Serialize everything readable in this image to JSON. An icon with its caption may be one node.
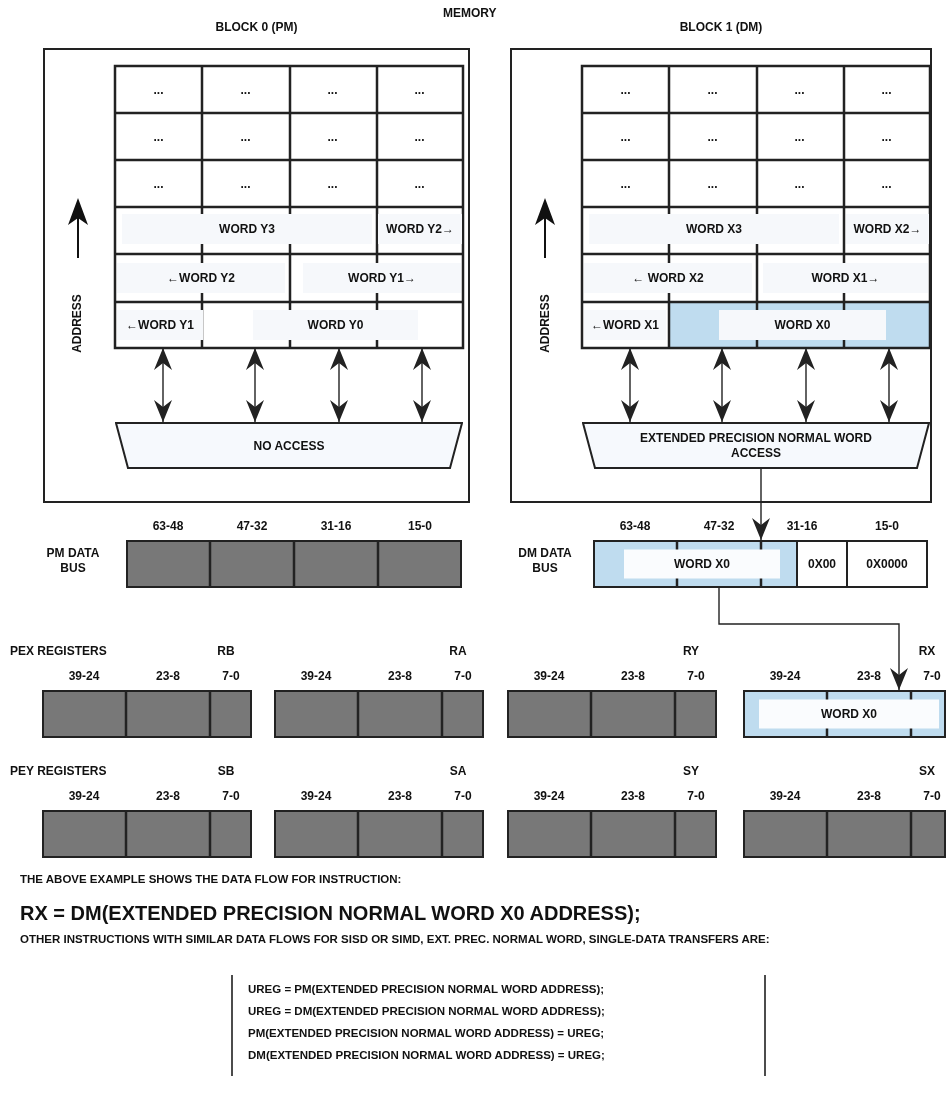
{
  "diagram": {
    "title": "MEMORY",
    "nodes": [
      {
        "text": [
          "BLOCK 0 (PM)"
        ]
      },
      {
        "text": [],
        "shape": "box",
        "in": 0
      },
      {
        "text": [
          "..."
        ],
        "in": 1
      },
      {
        "text": [
          "..."
        ],
        "in": 1
      },
      {
        "text": [
          "..."
        ],
        "in": 1
      },
      {
        "text": [
          "..."
        ],
        "in": 1
      },
      {
        "text": [
          "..."
        ],
        "in": 1
      },
      {
        "text": [
          "..."
        ],
        "in": 1
      },
      {
        "text": [
          "..."
        ],
        "in": 1
      },
      {
        "text": [
          "..."
        ],
        "in": 1
      },
      {
        "text": [
          "..."
        ],
        "in": 1
      },
      {
        "text": [
          "..."
        ],
        "in": 1
      },
      {
        "text": [
          "..."
        ],
        "in": 1
      },
      {
        "text": [
          "..."
        ],
        "in": 1
      },
      {
        "text": [
          "WORD Y3"
        ],
        "in": 1
      },
      {
        "text": [
          "WORD Y2→"
        ],
        "in": 1
      },
      {
        "text": [
          "←WORD Y2"
        ],
        "in": 1
      },
      {
        "text": [
          "WORD Y1→"
        ],
        "in": 1
      },
      {
        "text": [
          "←WORD Y1"
        ],
        "in": 1
      },
      {
        "text": [
          "WORD Y0"
        ],
        "in": 1
      },
      {
        "text": [
          "NO ACCESS"
        ],
        "in": 0
      },
      {
        "text": [
          "BLOCK 1 (DM)"
        ]
      },
      {
        "text": [],
        "shape": "box",
        "in": 21
      },
      {
        "text": [
          "..."
        ],
        "in": 22
      },
      {
        "text": [
          "..."
        ],
        "in": 22
      },
      {
        "text": [
          "..."
        ],
        "in": 22
      },
      {
        "text": [
          "..."
        ],
        "in": 22
      },
      {
        "text": [
          "..."
        ],
        "in": 22
      },
      {
        "text": [
          "..."
        ],
        "in": 22
      },
      {
        "text": [
          "..."
        ],
        "in": 22
      },
      {
        "text": [
          "..."
        ],
        "in": 22
      },
      {
        "text": [
          "..."
        ],
        "in": 22
      },
      {
        "text": [
          "..."
        ],
        "in": 22
      },
      {
        "text": [
          "..."
        ],
        "in": 22
      },
      {
        "text": [
          "..."
        ],
        "in": 22
      },
      {
        "text": [
          "WORD X3"
        ],
        "in": 22
      },
      {
        "text": [
          "WORD X2→"
        ],
        "in": 22
      },
      {
        "text": [
          "← WORD X2"
        ],
        "in": 22
      },
      {
        "text": [
          "WORD X1→"
        ],
        "in": 22
      },
      {
        "text": [
          "←WORD X1"
        ],
        "in": 22
      },
      {
        "text": [
          "WORD X0"
        ],
        "in": 22
      },
      {
        "text": [
          "EXTENDED PRECISION NORMAL WORD ACCESS"
        ],
        "in": 21
      },
      {
        "text": [],
        "shape": "bar"
      },
      {
        "text": [],
        "shape": "bar"
      },
      {
        "text": [
          "WORD X0"
        ],
        "in": 43
      },
      {
        "text": [
          "0X00"
        ],
        "in": 43
      },
      {
        "text": [
          "0X0000"
        ],
        "in": 43
      },
      {
        "text": [],
        "shape": "bar"
      },
      {
        "text": [],
        "shape": "bar"
      },
      {
        "text": [],
        "shape": "bar"
      },
      {
        "text": [
          "WORD X0"
        ]
      },
      {
        "text": [],
        "shape": "bar"
      },
      {
        "text": [],
        "shape": "bar"
      },
      {
        "text": [],
        "shape": "bar"
      },
      {
        "text": [],
        "shape": "bar"
      }
    ],
    "edges": [
      {
        "from": 1,
        "to": 20,
        "arrow": "both"
      },
      {
        "from": 1,
        "to": 20,
        "arrow": "both"
      },
      {
        "from": 1,
        "to": 20,
        "arrow": "both"
      },
      {
        "from": 1,
        "to": 20,
        "arrow": "both"
      },
      {
        "from": 22,
        "to": 41,
        "arrow": "both"
      },
      {
        "from": 22,
        "to": 41,
        "arrow": "both"
      },
      {
        "from": 22,
        "to": 41,
        "arrow": "both"
      },
      {
        "from": 22,
        "to": 41,
        "arrow": "both"
      },
      {
        "from": 41,
        "to": 44,
        "arrow": "to"
      },
      {
        "from": 44,
        "to": 50,
        "arrow": "to"
      }
    ],
    "labels": [
      "ADDRESS",
      "ADDRESS",
      "63-48",
      "47-32",
      "31-16",
      "15-0",
      "63-48",
      "47-32",
      "31-16",
      "15-0",
      "PM DATA BUS",
      "DM DATA BUS",
      "PEX REGISTERS",
      "RB",
      "RA",
      "RY",
      "RX",
      "39-24",
      "23-8",
      "7-0",
      "39-24",
      "23-8",
      "7-0",
      "39-24",
      "23-8",
      "7-0",
      "39-24",
      "23-8",
      "7-0",
      "PEY REGISTERS",
      "SB",
      "SA",
      "SY",
      "SX",
      "39-24",
      "23-8",
      "7-0",
      "39-24",
      "23-8",
      "7-0",
      "39-24",
      "23-8",
      "7-0",
      "39-24",
      "23-8",
      "7-0",
      "THE ABOVE EXAMPLE SHOWS THE DATA FLOW FOR INSTRUCTION:",
      "RX = DM(EXTENDED PRECISION NORMAL WORD X0 ADDRESS);",
      "OTHER INSTRUCTIONS WITH SIMILAR DATA FLOWS FOR SISD OR SIMD, EXT. PREC. NORMAL WORD, SINGLE-DATA TRANSFERS ARE:",
      "UREG = PM(EXTENDED PRECISION NORMAL WORD ADDRESS);",
      "UREG = DM(EXTENDED PRECISION NORMAL WORD ADDRESS);",
      "PM(EXTENDED PRECISION NORMAL WORD ADDRESS) = UREG;",
      "DM(EXTENDED PRECISION NORMAL WORD ADDRESS) = UREG;"
    ]
  }
}
